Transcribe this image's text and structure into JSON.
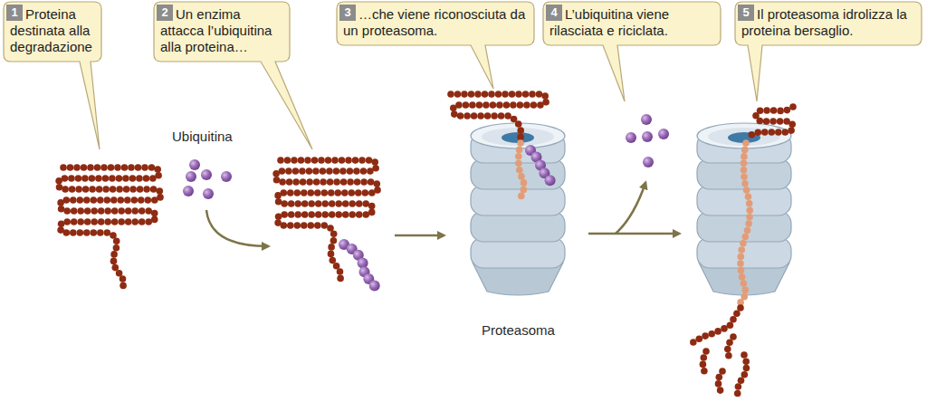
{
  "diagram": {
    "nodes": [
      {
        "text": [
          "1",
          "Proteina destinata alla degradazione"
        ]
      },
      {
        "text": [
          "2",
          "Un enzima attacca l’ubiquitina alla proteina…"
        ]
      },
      {
        "text": [
          "3",
          "…che viene riconosciuta da un proteasoma."
        ]
      },
      {
        "text": [
          "4",
          "L’ubiquitina viene rilasciata e riciclata."
        ]
      },
      {
        "text": [
          "5",
          "Il proteasoma idrolizza la proteina bersaglio."
        ]
      }
    ],
    "labels": [
      "Ubiquitina",
      "Proteasoma"
    ]
  }
}
